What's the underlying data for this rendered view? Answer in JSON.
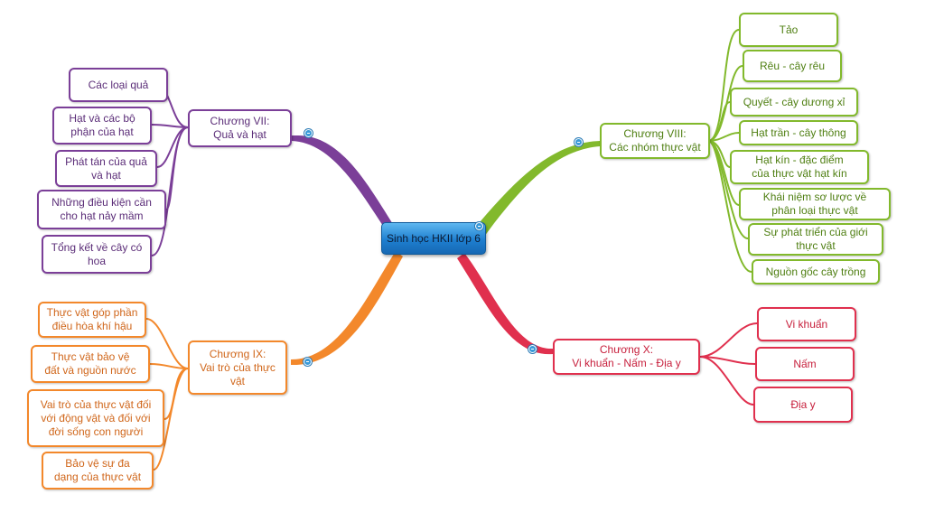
{
  "root": "Sinh học HKII lớp 6",
  "branches": {
    "ch7": {
      "label": "Chương VII:\nQuả và hạt",
      "color": "#7b3f98",
      "items": [
        "Các loại quả",
        "Hạt và các bộ\nphận của hạt",
        "Phát tán của quả\nvà hạt",
        "Những điều kiện cần\ncho hạt nảy mầm",
        "Tổng kết về cây có\nhoa"
      ]
    },
    "ch8": {
      "label": "Chương VIII:\nCác nhóm thực vật",
      "color": "#82b92c",
      "items": [
        "Tảo",
        "Rêu - cây rêu",
        "Quyết - cây dương xỉ",
        "Hạt trần - cây thông",
        "Hạt kín - đặc điểm\ncủa thực vật hạt kín",
        "Khái niệm sơ lược về\nphân loại thực vật",
        "Sự phát triển của giới\nthực vật",
        "Nguồn gốc cây trồng"
      ]
    },
    "ch9": {
      "label": "Chương IX:\nVai trò của thực\nvật",
      "color": "#f3882b",
      "items": [
        "Thực vật góp phần\nđiều hòa khí hậu",
        "Thực vật bảo vệ\nđất và nguồn nước",
        "Vai trò của thực vật đối\nvới động vật và đối với\nđời sống con người",
        "Bảo vệ sự đa\ndạng của thực vật"
      ]
    },
    "ch10": {
      "label": "Chương X:\nVi khuẩn - Nấm - Địa y",
      "color": "#e0304e",
      "items": [
        "Vi khuẩn",
        "Nấm",
        "Địa y"
      ]
    }
  }
}
